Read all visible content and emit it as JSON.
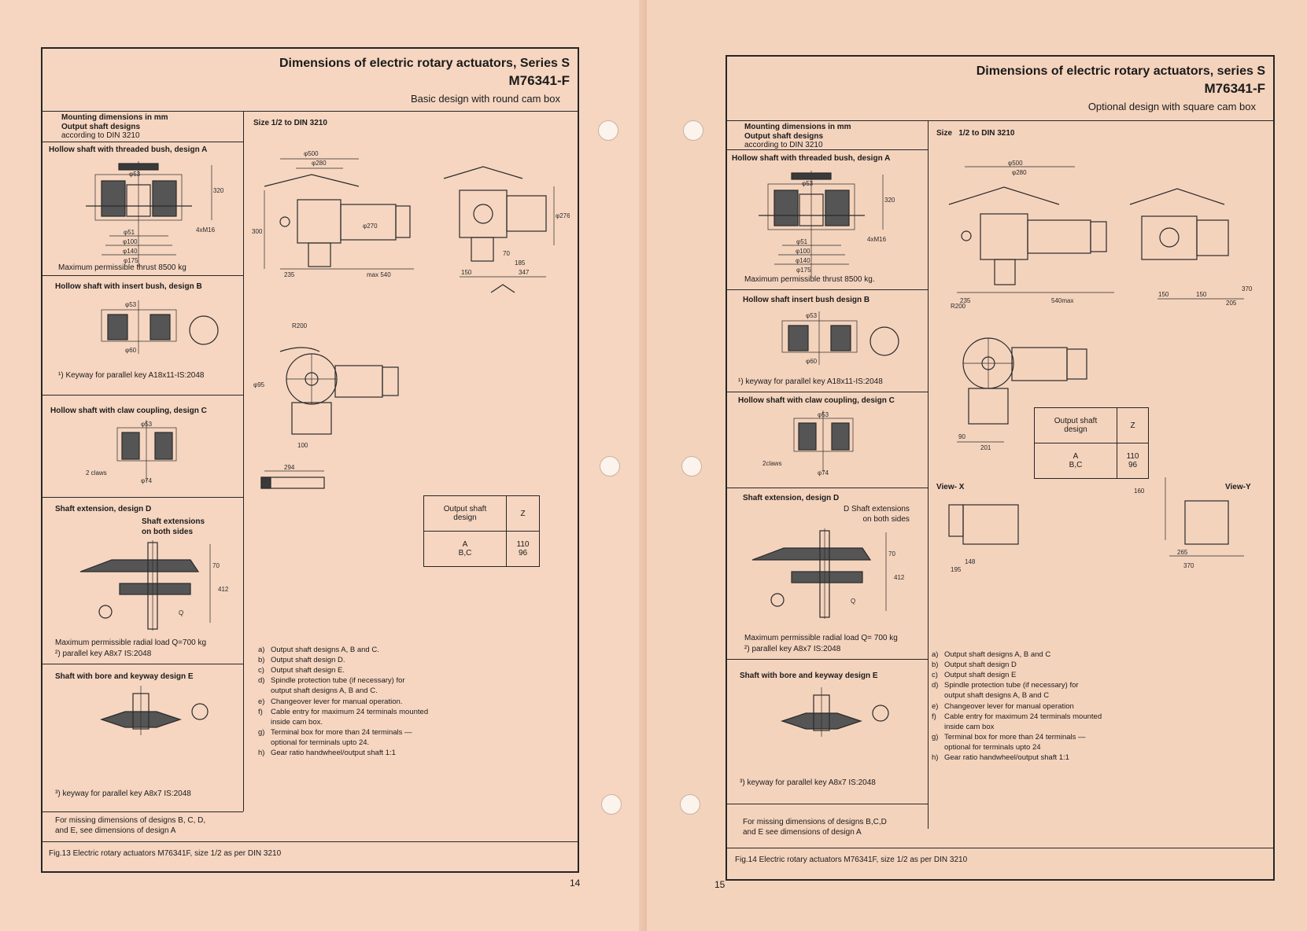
{
  "left": {
    "header": {
      "title": "Dimensions of electric rotary actuators, Series S",
      "model": "M76341-F",
      "subtitle": "Basic design with round cam box"
    },
    "mounting": {
      "l1": "Mounting dimensions in mm",
      "l2": "Output shaft designs",
      "l3": "according to DIN 3210"
    },
    "size_label": "Size 1/2 to DIN 3210",
    "sections": {
      "a_title": "Hollow shaft with threaded bush, design A",
      "a_note": "Maximum permissible thrust 8500 kg",
      "b_title": "Hollow shaft with insert bush, design B",
      "b_note": "¹) Keyway for parallel key A18x11-IS:2048",
      "c_title": "Hollow shaft with claw coupling, design C",
      "d_title": "Shaft extension, design D",
      "d_side": "Shaft extensions\non both sides",
      "d_note1": "Maximum permissible radial load Q=700 kg",
      "d_note2": "²) parallel key A8x7 IS:2048",
      "e_title": "Shaft with bore and keyway design E",
      "e_note": "³) keyway for parallel key A8x7 IS:2048",
      "missing": "For missing dimensions of designs B, C, D,\nand E, see dimensions of design A"
    },
    "table": {
      "h1": "Output shaft\ndesign",
      "h2": "Z",
      "c1": "A\nB,C",
      "c2": "110\n96"
    },
    "notes": [
      {
        "k": "a)",
        "t": "Output shaft designs A, B and C."
      },
      {
        "k": "b)",
        "t": "Output shaft design D."
      },
      {
        "k": "c)",
        "t": "Output shaft design E."
      },
      {
        "k": "d)",
        "t": "Spindle protection tube (if necessary) for\noutput shaft designs A, B and C."
      },
      {
        "k": "e)",
        "t": "Changeover lever for manual operation."
      },
      {
        "k": "f)",
        "t": "Cable entry for maximum 24 terminals mounted\ninside cam box."
      },
      {
        "k": "g)",
        "t": "Terminal box for more than 24 terminals —\noptional for terminals upto 24."
      },
      {
        "k": "h)",
        "t": "Gear ratio handwheel/output shaft 1:1"
      }
    ],
    "caption": "Fig.13 Electric rotary actuators M76341F, size 1/2 as per DIN 3210",
    "page_number": "14"
  },
  "right": {
    "header": {
      "title": "Dimensions of electric rotary actuators, series S",
      "model": "M76341-F",
      "subtitle": "Optional design with square cam box"
    },
    "mounting": {
      "l1": "Mounting dimensions in mm",
      "l2": "Output shaft designs",
      "l3": "according to DIN 3210"
    },
    "size_label": "Size   1/2 to DIN 3210",
    "sections": {
      "a_title": "Hollow shaft with threaded bush, design A",
      "a_note": "Maximum permissible thrust 8500 kg.",
      "b_title": "Hollow shaft insert bush design B",
      "b_note": "¹) keyway for parallel key A18x11-IS:2048",
      "c_title": "Hollow shaft with claw coupling, design C",
      "d_title": "Shaft extension, design D",
      "d_side": "D Shaft extensions\non both sides",
      "d_note1": "Maximum permissible radial load Q= 700 kg",
      "d_note2": "²) parallel key A8x7 IS:2048",
      "e_title": "Shaft with bore and keyway design E",
      "e_note": "³) keyway for parallel key A8x7 IS:2048",
      "missing": "For missing dimensions of designs B,C,D\nand E see dimensions of design A"
    },
    "table": {
      "h1": "Output shaft\ndesign",
      "h2": "Z",
      "c1": "A\nB,C",
      "c2": "110\n96"
    },
    "views": {
      "x": "View- X",
      "y": "View-Y"
    },
    "notes": [
      {
        "k": "a)",
        "t": "Output shaft designs A, B and C"
      },
      {
        "k": "b)",
        "t": "Output shaft design D"
      },
      {
        "k": "c)",
        "t": "Output shaft design E"
      },
      {
        "k": "d)",
        "t": "Spindle protection tube (if necessary) for\noutput shaft designs A, B and C"
      },
      {
        "k": "e)",
        "t": "Changeover lever for manual operation"
      },
      {
        "k": "f)",
        "t": "Cable entry for maximum 24 terminals mounted\ninside cam box"
      },
      {
        "k": "g)",
        "t": "Terminal box for more than 24 terminals —\noptional for terminals upto 24"
      },
      {
        "k": "h)",
        "t": "Gear ratio handwheel/output shaft 1:1"
      }
    ],
    "caption": "Fig.14 Electric rotary actuators M76341F, size 1/2 as per DIN 3210",
    "page_number": "15"
  }
}
